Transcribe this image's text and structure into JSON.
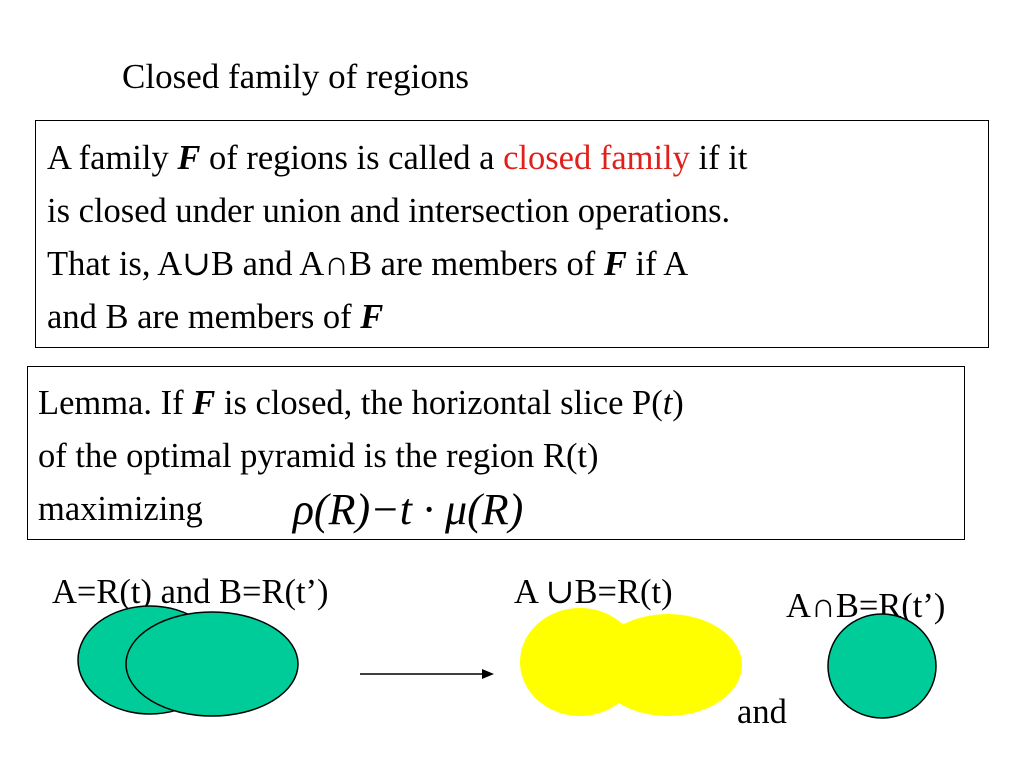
{
  "title": "Closed family of regions",
  "definition": {
    "line1": {
      "a": "A family ",
      "b": "F",
      "c": " of regions is called a ",
      "d": "closed family",
      "e": " if it"
    },
    "line2": "is closed under union and intersection operations.",
    "line3": {
      "a": "That is,  A∪B and A∩B   are members of ",
      "b": "F",
      "c": " if A"
    },
    "line4": {
      "a": "and B are members of ",
      "b": "F"
    }
  },
  "lemma": {
    "line1": {
      "a": "Lemma.    If ",
      "b": "F",
      "c": " is closed,  the horizontal slice P(",
      "d": "t",
      "e": ")"
    },
    "line2": "of the optimal pyramid is the region R(t)",
    "line3": "maximizing",
    "formula": "ρ(R)−t · μ(R)"
  },
  "diagram": {
    "label_left": "A=R(t) and B=R(t’)",
    "label_union": "A ∪B=R(t)",
    "label_intersection": "A∩B=R(t’)",
    "label_and": "and",
    "colors": {
      "green": "#00cc99",
      "yellow": "#ffff00",
      "stroke": "#000000"
    }
  }
}
